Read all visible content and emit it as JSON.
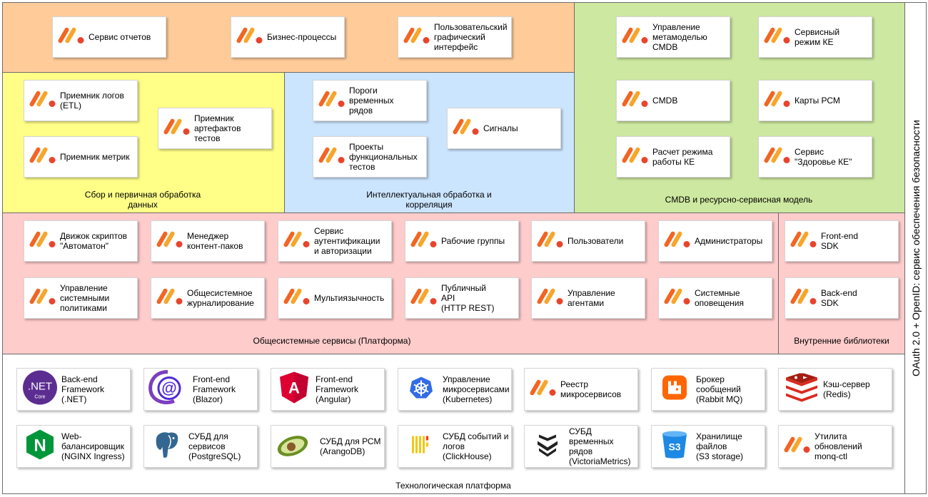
{
  "security_label": "OAuth 2.0 + OpenID: сервис обеспечения безопасности",
  "colors": {
    "top_orange": "#ffcc99",
    "yellow": "#ffff88",
    "blue": "#cce5ff",
    "green": "#cde8a0",
    "pink": "#ffcccc",
    "white": "#ffffff",
    "logo_orange": "#f26522"
  },
  "zones": {
    "collection": "Сбор и первичная обработка\nданных",
    "intelligence": "Интеллектуальная обработка и\nкорреляция",
    "cmdb": "CMDB и ресурсно-сервисная модель",
    "platform": "Общесистемные сервисы (Платформа)",
    "libraries": "Внутренние библиотеки",
    "tech": "Технологическая платформа"
  },
  "cards": {
    "reports": "Сервис отчетов",
    "business": "Бизнес-процессы",
    "gui": "Пользовательский\nграфический\nинтерфейс",
    "cmdb_meta": "Управление\nметамоделью\nCMDB",
    "service_mode": "Сервисный\nрежим КЕ",
    "cmdb": "CMDB",
    "rsm_maps": "Карты РСМ",
    "calc_mode": "Расчет режима\nработы КЕ",
    "health": "Сервис\n\"Здоровье КЕ\"",
    "log_receiver": "Приемник логов\n(ETL)",
    "artifact_receiver": "Приемник\nартефактов\nтестов",
    "metric_receiver": "Приемник метрик",
    "thresholds": "Пороги\nвременных\nрядов",
    "signals": "Сигналы",
    "func_tests": "Проекты\nфункциональных\nтестов",
    "scripts": "Движок скриптов\n\"Автоматон\"",
    "content_packs": "Менеджер\nконтент-паков",
    "auth": "Сервис\nаутентификации\nи авторизации",
    "work_groups": "Рабочие группы",
    "users": "Пользователи",
    "admins": "Администраторы",
    "policies": "Управление\nсистемными\nполитиками",
    "journal": "Общесистемное\nжурналирование",
    "multilang": "Мультиязычность",
    "public_api": "Публичный\nAPI\n(HTTP REST)",
    "agents": "Управление\nагентами",
    "notifications": "Системные\nоповещения",
    "frontend_sdk": "Front-end\nSDK",
    "backend_sdk": "Back-end\nSDK",
    "dotnet": "Back-end\nFramework\n(.NET)",
    "blazor": "Front-end\nFramework\n(Blazor)",
    "angular": "Front-end\nFramework\n(Angular)",
    "kubernetes": "Управление\nмикросервисами\n(Kubernetes)",
    "registry": "Реестр\nмикросервисов",
    "rabbit": "Брокер сообщений\n(Rabbit MQ)",
    "redis": "Кэш-сервер\n(Redis)",
    "nginx": "Web-\nбалансировщик\n(NGINX Ingress)",
    "postgres": "СУБД для\nсервисов\n(PostgreSQL)",
    "arango": "СУБД для РСМ\n(ArangoDB)",
    "clickhouse": "СУБД событий и\nлогов\n(ClickHouse)",
    "victoria": "СУБД\nвременных\nрядов\n(VictoriaMetrics)",
    "s3": "Хранилище\nфайлов\n(S3 storage)",
    "monq_ctl": "Утилита\nобновлений\nmonq-ctl"
  },
  "icon_text": {
    "dotnet_main": ".NET",
    "dotnet_sub": "Core",
    "blazor": "@",
    "angular": "A",
    "nginx": "N",
    "s3": "S3"
  }
}
